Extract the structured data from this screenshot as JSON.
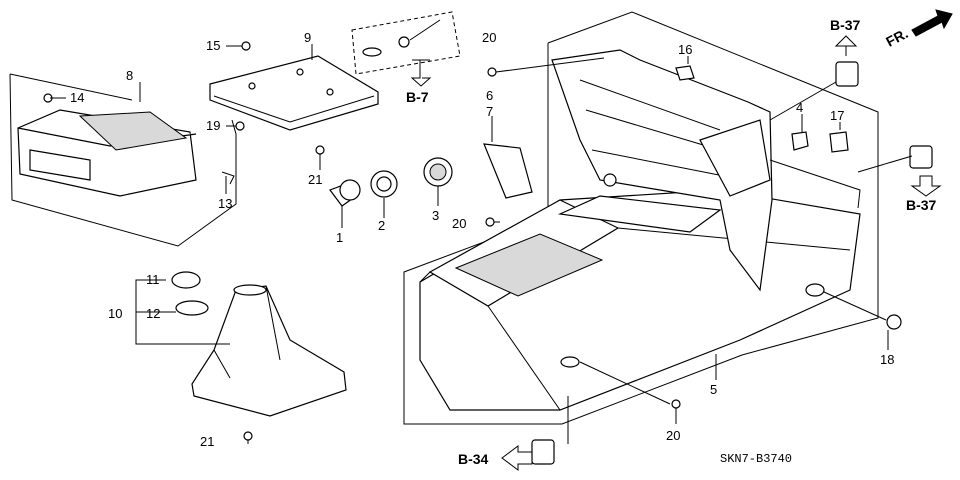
{
  "callouts": {
    "c1": "1",
    "c2": "2",
    "c3": "3",
    "c4": "4",
    "c5": "5",
    "c6": "6",
    "c7": "7",
    "c8": "8",
    "c9": "9",
    "c10": "10",
    "c11": "11",
    "c12": "12",
    "c13": "13",
    "c14": "14",
    "c15": "15",
    "c16": "16",
    "c17": "17",
    "c18": "18",
    "c19": "19",
    "c20a": "20",
    "c20b": "20",
    "c20c": "20",
    "c21a": "21",
    "c21b": "21"
  },
  "refs": {
    "b7": "B-7",
    "b37_top": "B-37",
    "b37_right": "B-37",
    "b34": "B-34"
  },
  "direction": "FR.",
  "diagram_code": "SKN7-B3740"
}
